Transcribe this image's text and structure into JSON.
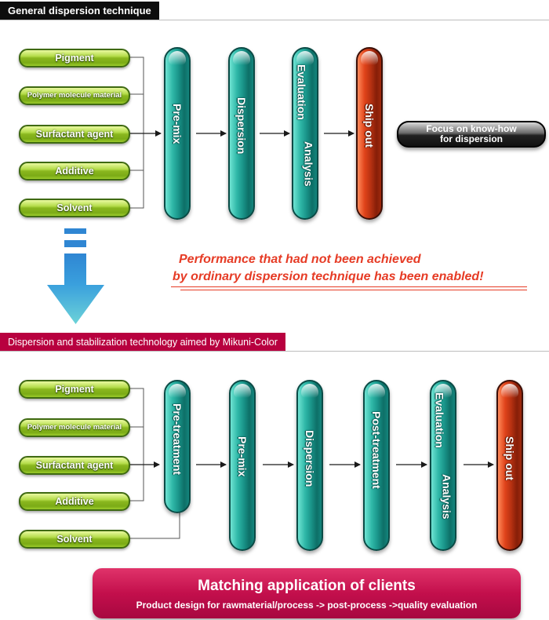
{
  "sections": {
    "general_title": "General dispersion technique",
    "mikuni_title": "Dispersion and stabilization technology aimed by Mikuni-Color"
  },
  "inputs": {
    "pigment": "Pigment",
    "polymer": "Polymer molecule material",
    "surfactant": "Surfactant agent",
    "additive": "Additive",
    "solvent": "Solvent"
  },
  "general_steps": {
    "premix": "Pre-mix",
    "dispersion": "Dispersion",
    "evaluation_1": "Evaluation",
    "evaluation_2": "Analysis",
    "shipout": "Ship out"
  },
  "knowhow": {
    "line1": "Focus on know-how",
    "line2": "for dispersion"
  },
  "performance": {
    "line1": "Performance that had not been achieved",
    "line2": "by ordinary dispersion technique has been enabled!"
  },
  "mikuni_steps": {
    "pretreatment": "Pre-treatment",
    "premix": "Pre-mix",
    "dispersion": "Dispersion",
    "posttreatment": "Post-treatment",
    "evaluation_1": "Evaluation",
    "evaluation_2": "Analysis",
    "shipout": "Ship out"
  },
  "matching": {
    "title": "Matching application of clients",
    "subtitle": "Product design for rawmaterial/process -> post-process ->quality evaluation"
  },
  "colors": {
    "green_pill": "#8ab71f",
    "teal_capsule": "#1a958a",
    "red_capsule": "#b83212",
    "mikuni_magenta": "#b8003f",
    "blue_arrow": "#2f86d3",
    "performance_red": "#e63b25"
  }
}
